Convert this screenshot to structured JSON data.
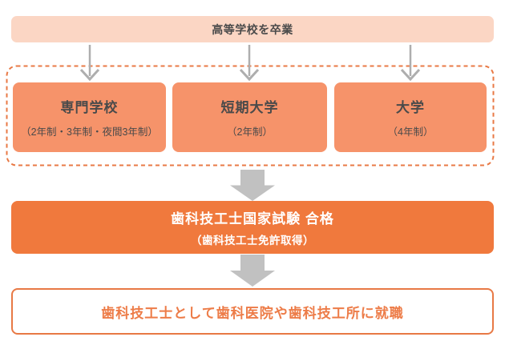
{
  "colors": {
    "start_bar_bg": "#FBD6C4",
    "edu_box_bg": "#F6936A",
    "exam_box_bg": "#F0793D",
    "outline_orange": "#E87945",
    "career_text_orange": "#ED7C48",
    "thin_arrow_gray": "#AEAEAE",
    "thick_arrow_gray": "#C1C1C1",
    "dark_text": "#4A4A4A",
    "background": "#FFFFFF"
  },
  "flow": {
    "start": {
      "label": "高等学校を卒業"
    },
    "education_options": [
      {
        "title": "専門学校",
        "subtitle": "（2年制・3年制・夜間3年制）"
      },
      {
        "title": "短期大学",
        "subtitle": "（2年制）"
      },
      {
        "title": "大学",
        "subtitle": "（4年制）"
      }
    ],
    "exam": {
      "title": "歯科技工士国家試験 合格",
      "subtitle": "（歯科技工士免許取得）"
    },
    "career": {
      "label": "歯科技工士として歯科医院や歯科技工所に就職"
    }
  }
}
